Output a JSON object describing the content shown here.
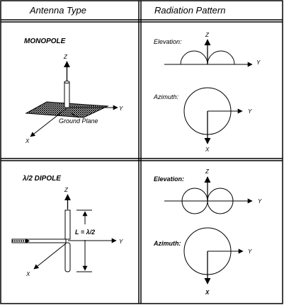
{
  "table": {
    "headers": [
      "Antenna Type",
      "Radiation Pattern"
    ]
  },
  "monopole": {
    "title": "MONOPOLE",
    "ground_plane": "Ground Plane",
    "axes": {
      "z": "Z",
      "y": "Y",
      "x": "X"
    },
    "elevation": {
      "label": "Elevation:",
      "z": "Z",
      "y": "Y"
    },
    "azimuth": {
      "label": "Azimuth:",
      "y": "Y",
      "x": "X"
    }
  },
  "dipole": {
    "title": "λ/2 DIPOLE",
    "length_label": "L = λ/2",
    "axes": {
      "z": "Z",
      "y": "Y",
      "x": "X"
    },
    "elevation": {
      "label": "Elevation:",
      "z": "Z",
      "y": "Y"
    },
    "azimuth": {
      "label": "Azimuth:",
      "y": "Y",
      "x": "X"
    }
  }
}
